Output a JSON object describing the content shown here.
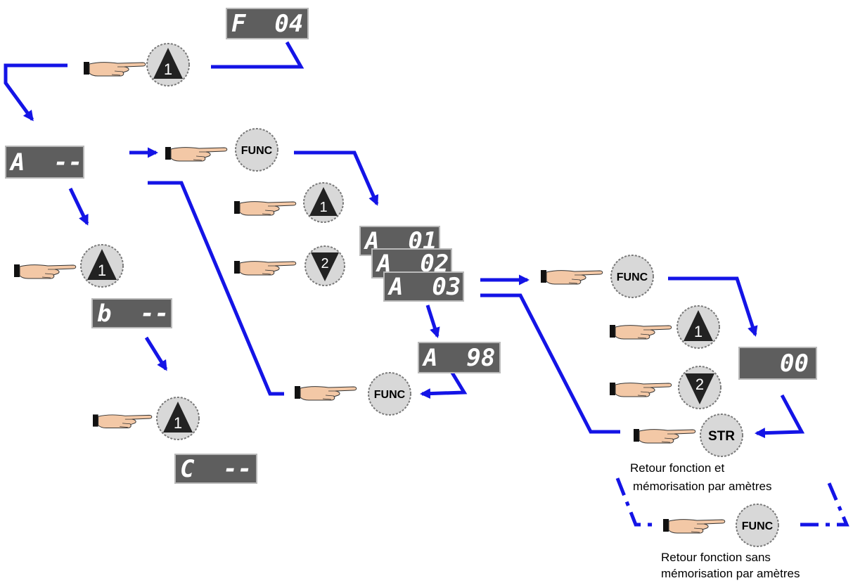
{
  "displays": {
    "f04": "F  04",
    "a_dash": "A  --",
    "b_dash": "b  --",
    "c_dash": "C  --",
    "a01": "A  01",
    "a02": "A  02",
    "a03": "A  03",
    "a98": "A  98",
    "val00": "00"
  },
  "keys": {
    "up": "1",
    "down": "2",
    "func": "FUNC",
    "str": "STR"
  },
  "captions": {
    "store_line1": "Retour fonction et",
    "store_line2": "mémorisation par amètres",
    "nostore_line1": "Retour fonction sans",
    "nostore_line2": "mémorisation par amètres"
  },
  "colors": {
    "arrow": "#1414e6",
    "lcd": "#5e5e5e",
    "key": "#d8d8d8"
  }
}
